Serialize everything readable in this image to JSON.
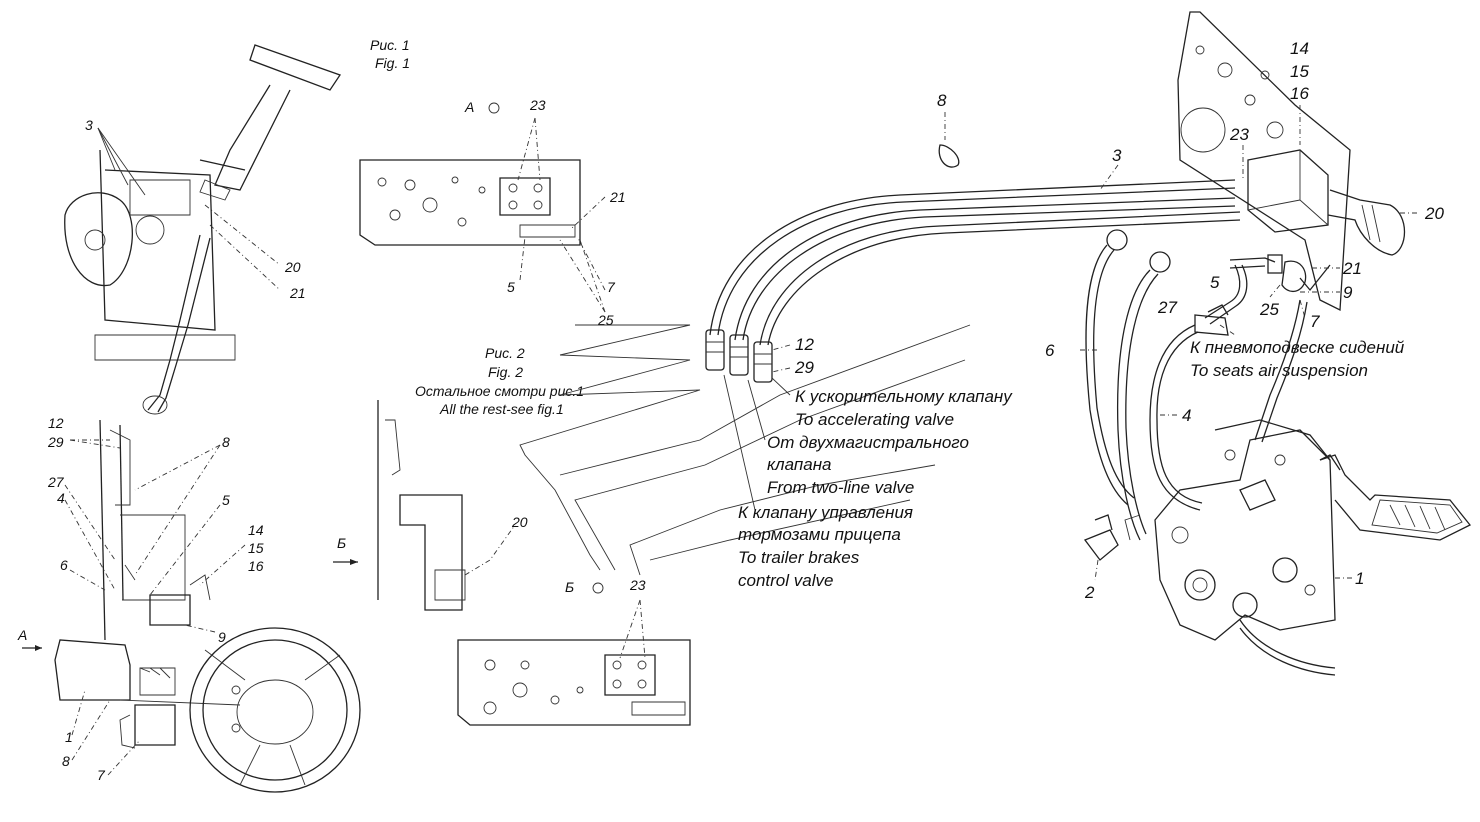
{
  "figures": {
    "fig1_ru": "Рис. 1",
    "fig1_en": "Fig. 1",
    "fig2_ru": "Рис. 2",
    "fig2_en": "Fig. 2",
    "rest_ru": "Остальное смотри рис.1",
    "rest_en": "All the rest-see fig.1"
  },
  "views": {
    "a": "А",
    "b": "Б"
  },
  "callouts": {
    "accel_ru": "К ускорительному клапану",
    "accel_en": "To accelerating valve",
    "twoline_ru1": "От двухмагистрального",
    "twoline_ru2": "клапана",
    "twoline_en": "From two-line valve",
    "trailer_ru1": "К клапану управления",
    "trailer_ru2": "тормозами прицепа",
    "trailer_en1": "To trailer brakes",
    "trailer_en2": "control valve",
    "seats_ru": "К пневмоподвеске сидений",
    "seats_en": "To seats air suspension"
  },
  "labels": {
    "n1": "1",
    "n2": "2",
    "n3": "3",
    "n4": "4",
    "n5": "5",
    "n6": "6",
    "n7": "7",
    "n8": "8",
    "n9": "9",
    "n12": "12",
    "n14": "14",
    "n15": "15",
    "n16": "16",
    "n20": "20",
    "n21": "21",
    "n23": "23",
    "n25": "25",
    "n27": "27",
    "n29": "29"
  }
}
